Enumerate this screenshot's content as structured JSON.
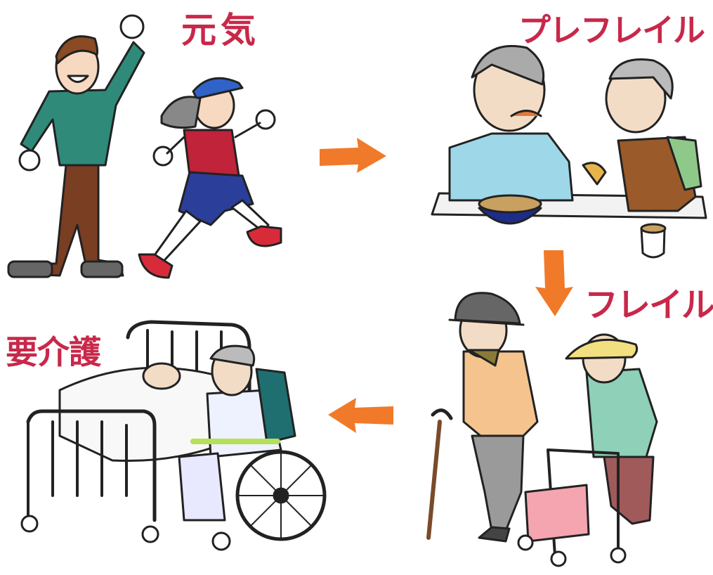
{
  "stages": {
    "genki": "元気",
    "pre_frail": "プレフレイル",
    "frail": "フレイル",
    "care": "要介護"
  },
  "colors": {
    "label": "#c8284a",
    "arrow": "#f07a2a",
    "outline": "#222222"
  }
}
